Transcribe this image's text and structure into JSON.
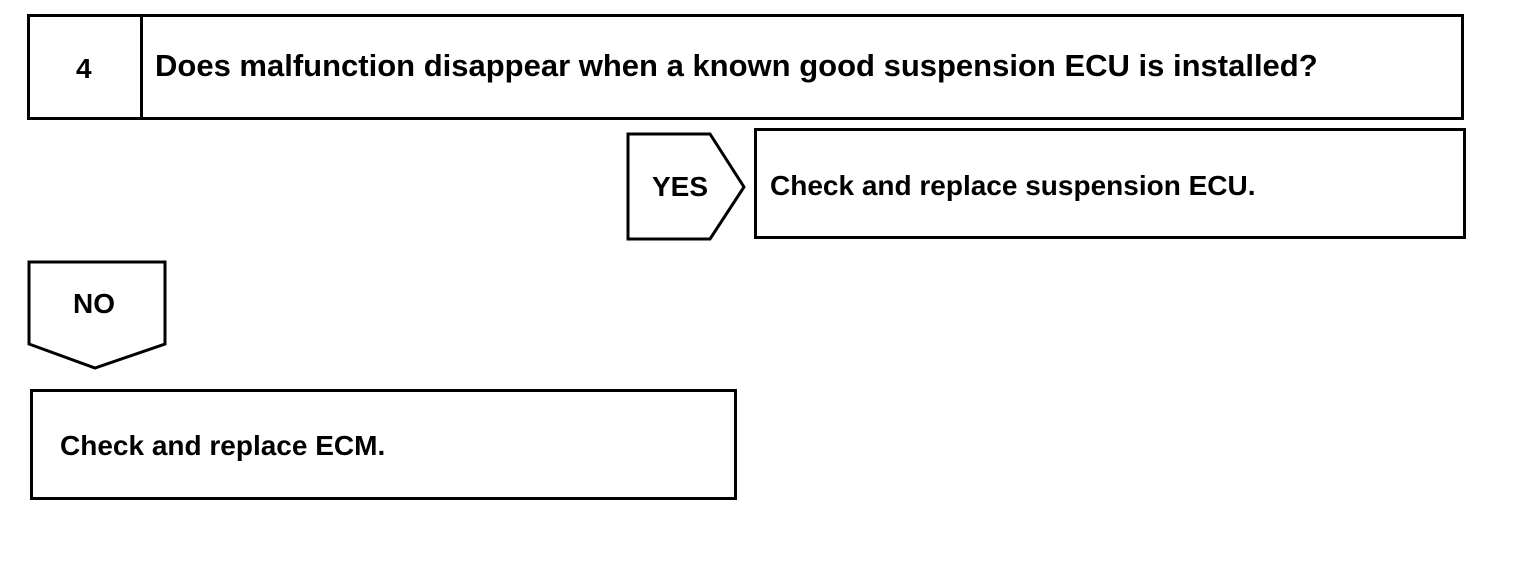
{
  "step": {
    "number": "4",
    "question": "Does malfunction disappear when a known good suspension ECU is installed?"
  },
  "yes_branch": {
    "label": "YES",
    "result": "Check and replace suspension ECU."
  },
  "no_branch": {
    "label": "NO",
    "result": "Check and replace ECM."
  }
}
